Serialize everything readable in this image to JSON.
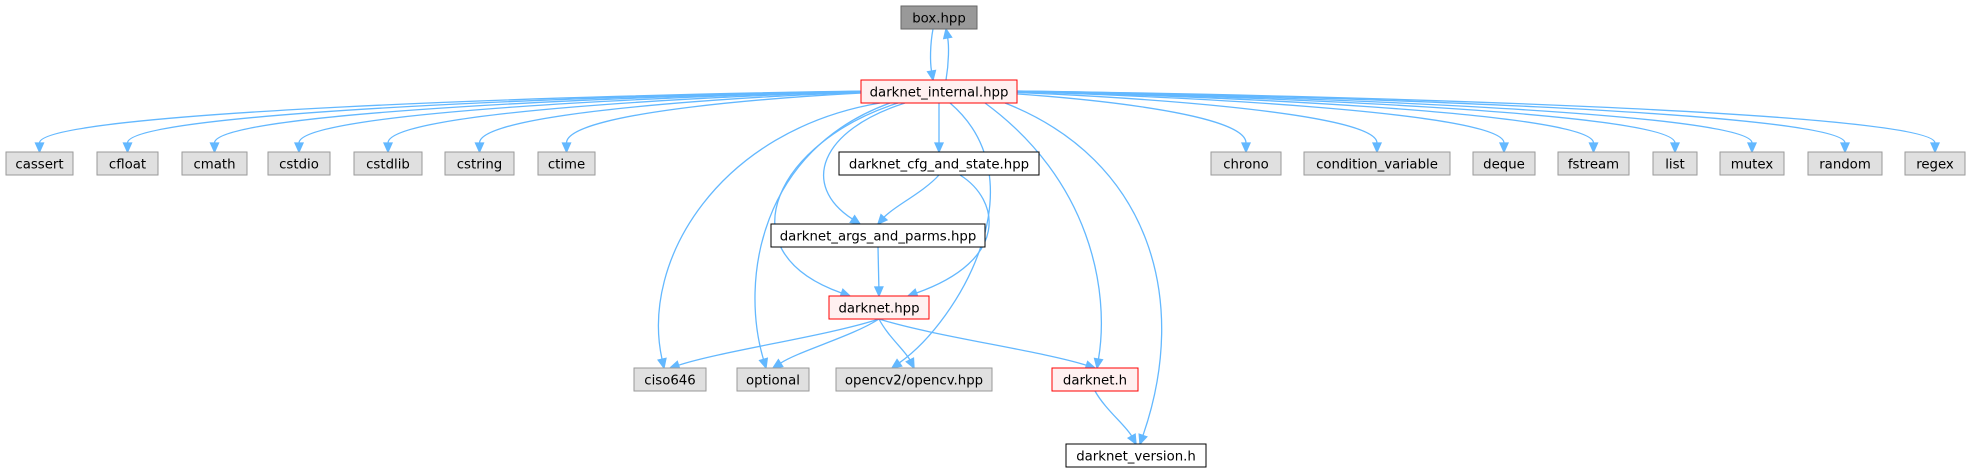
{
  "graph": {
    "nodes": [
      {
        "id": "box_hpp",
        "label": "box.hpp",
        "kind": "root"
      },
      {
        "id": "darknet_internal_hpp",
        "label": "darknet_internal.hpp",
        "kind": "project-red"
      },
      {
        "id": "cassert",
        "label": "cassert",
        "kind": "system"
      },
      {
        "id": "cfloat",
        "label": "cfloat",
        "kind": "system"
      },
      {
        "id": "cmath",
        "label": "cmath",
        "kind": "system"
      },
      {
        "id": "cstdio",
        "label": "cstdio",
        "kind": "system"
      },
      {
        "id": "cstdlib",
        "label": "cstdlib",
        "kind": "system"
      },
      {
        "id": "cstring",
        "label": "cstring",
        "kind": "system"
      },
      {
        "id": "ctime",
        "label": "ctime",
        "kind": "system"
      },
      {
        "id": "darknet_cfg_and_state_hpp",
        "label": "darknet_cfg_and_state.hpp",
        "kind": "project"
      },
      {
        "id": "chrono",
        "label": "chrono",
        "kind": "system"
      },
      {
        "id": "condition_variable",
        "label": "condition_variable",
        "kind": "system"
      },
      {
        "id": "deque",
        "label": "deque",
        "kind": "system"
      },
      {
        "id": "fstream",
        "label": "fstream",
        "kind": "system"
      },
      {
        "id": "list",
        "label": "list",
        "kind": "system"
      },
      {
        "id": "mutex",
        "label": "mutex",
        "kind": "system"
      },
      {
        "id": "random",
        "label": "random",
        "kind": "system"
      },
      {
        "id": "regex",
        "label": "regex",
        "kind": "system"
      },
      {
        "id": "darknet_args_and_parms_hpp",
        "label": "darknet_args_and_parms.hpp",
        "kind": "project"
      },
      {
        "id": "darknet_hpp",
        "label": "darknet.hpp",
        "kind": "project-red"
      },
      {
        "id": "ciso646",
        "label": "ciso646",
        "kind": "system"
      },
      {
        "id": "optional",
        "label": "optional",
        "kind": "system"
      },
      {
        "id": "opencv_hpp",
        "label": "opencv2/opencv.hpp",
        "kind": "system"
      },
      {
        "id": "darknet_h",
        "label": "darknet.h",
        "kind": "project-red"
      },
      {
        "id": "darknet_version_h",
        "label": "darknet_version.h",
        "kind": "project"
      }
    ],
    "edges": [
      [
        "box_hpp",
        "darknet_internal_hpp"
      ],
      [
        "darknet_internal_hpp",
        "box_hpp"
      ],
      [
        "darknet_internal_hpp",
        "cassert"
      ],
      [
        "darknet_internal_hpp",
        "cfloat"
      ],
      [
        "darknet_internal_hpp",
        "cmath"
      ],
      [
        "darknet_internal_hpp",
        "cstdio"
      ],
      [
        "darknet_internal_hpp",
        "cstdlib"
      ],
      [
        "darknet_internal_hpp",
        "cstring"
      ],
      [
        "darknet_internal_hpp",
        "ctime"
      ],
      [
        "darknet_internal_hpp",
        "darknet_cfg_and_state_hpp"
      ],
      [
        "darknet_internal_hpp",
        "chrono"
      ],
      [
        "darknet_internal_hpp",
        "condition_variable"
      ],
      [
        "darknet_internal_hpp",
        "deque"
      ],
      [
        "darknet_internal_hpp",
        "fstream"
      ],
      [
        "darknet_internal_hpp",
        "list"
      ],
      [
        "darknet_internal_hpp",
        "mutex"
      ],
      [
        "darknet_internal_hpp",
        "random"
      ],
      [
        "darknet_internal_hpp",
        "regex"
      ],
      [
        "darknet_internal_hpp",
        "darknet_args_and_parms_hpp"
      ],
      [
        "darknet_internal_hpp",
        "darknet_hpp"
      ],
      [
        "darknet_internal_hpp",
        "ciso646"
      ],
      [
        "darknet_internal_hpp",
        "optional"
      ],
      [
        "darknet_internal_hpp",
        "opencv_hpp"
      ],
      [
        "darknet_internal_hpp",
        "darknet_h"
      ],
      [
        "darknet_internal_hpp",
        "darknet_version_h"
      ],
      [
        "darknet_cfg_and_state_hpp",
        "darknet_args_and_parms_hpp"
      ],
      [
        "darknet_cfg_and_state_hpp",
        "darknet_hpp"
      ],
      [
        "darknet_args_and_parms_hpp",
        "darknet_hpp"
      ],
      [
        "darknet_hpp",
        "ciso646"
      ],
      [
        "darknet_hpp",
        "optional"
      ],
      [
        "darknet_hpp",
        "opencv_hpp"
      ],
      [
        "darknet_hpp",
        "darknet_h"
      ],
      [
        "darknet_h",
        "darknet_version_h"
      ]
    ]
  },
  "colors": {
    "edge": "#63b8ff",
    "root_fill": "#999999",
    "root_stroke": "#666666",
    "project_fill": "#ffffff",
    "project_stroke": "#000000",
    "project_red_fill": "#fff0f0",
    "project_red_stroke": "#ff0000",
    "system_fill": "#e0e0e0",
    "system_stroke": "#999999",
    "text": "#000000"
  }
}
